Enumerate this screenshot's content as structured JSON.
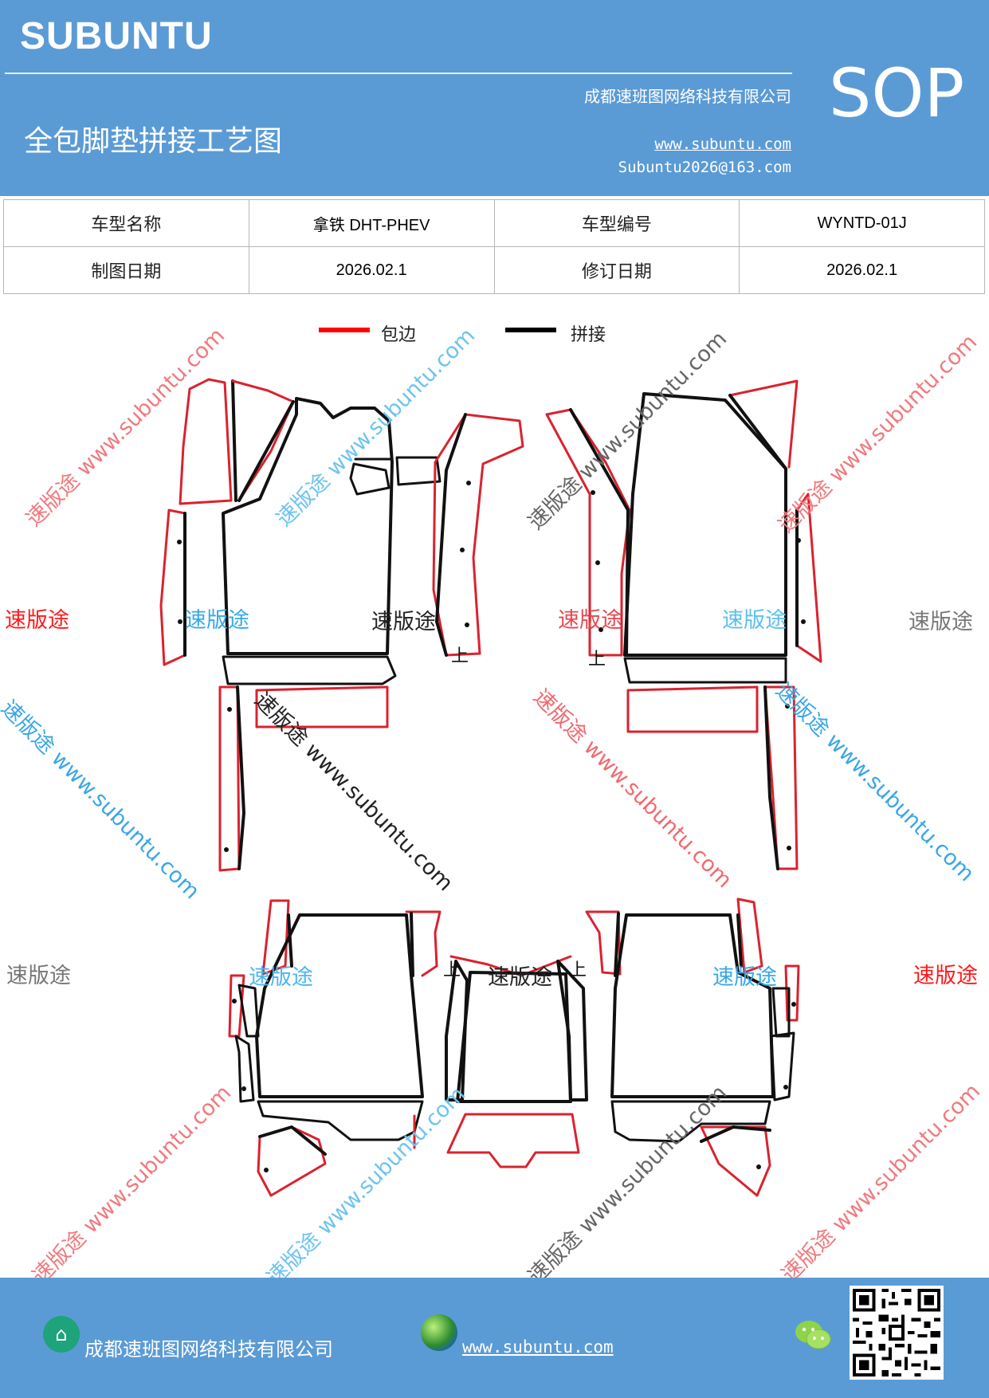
{
  "header": {
    "brand": "SUBUNTU",
    "badge": "SOP",
    "company": "成都速班图网络科技有限公司",
    "title": "全包脚垫拼接工艺图",
    "url": "www.subuntu.com",
    "email": "Subuntu2026@163.com"
  },
  "info_table": {
    "rows": [
      {
        "label1": "车型名称",
        "value1": "拿铁 DHT-PHEV",
        "label2": "车型编号",
        "value2": "WYNTD-01J"
      },
      {
        "label1": "制图日期",
        "value1": "2026.02.1",
        "label2": "修订日期",
        "value2": "2026.02.1"
      }
    ]
  },
  "legend": [
    {
      "label": "包边",
      "color": "#ff0000"
    },
    {
      "label": "拼接",
      "color": "#000000"
    }
  ],
  "colors": {
    "header_bg": "#5b9bd5",
    "edge_red": "#d9232f",
    "seam_black": "#111111"
  },
  "drawing": {
    "up_marks": [
      "上",
      "上",
      "上",
      "上"
    ]
  },
  "watermarks": {
    "brand_cn": "速版途",
    "brand_full": "速版途 www.subuntu.com"
  },
  "footer": {
    "company": "成都速班图网络科技有限公司",
    "url": "www.subuntu.com",
    "icons": [
      "home-icon",
      "globe-icon",
      "wechat-icon",
      "qr-code"
    ]
  }
}
